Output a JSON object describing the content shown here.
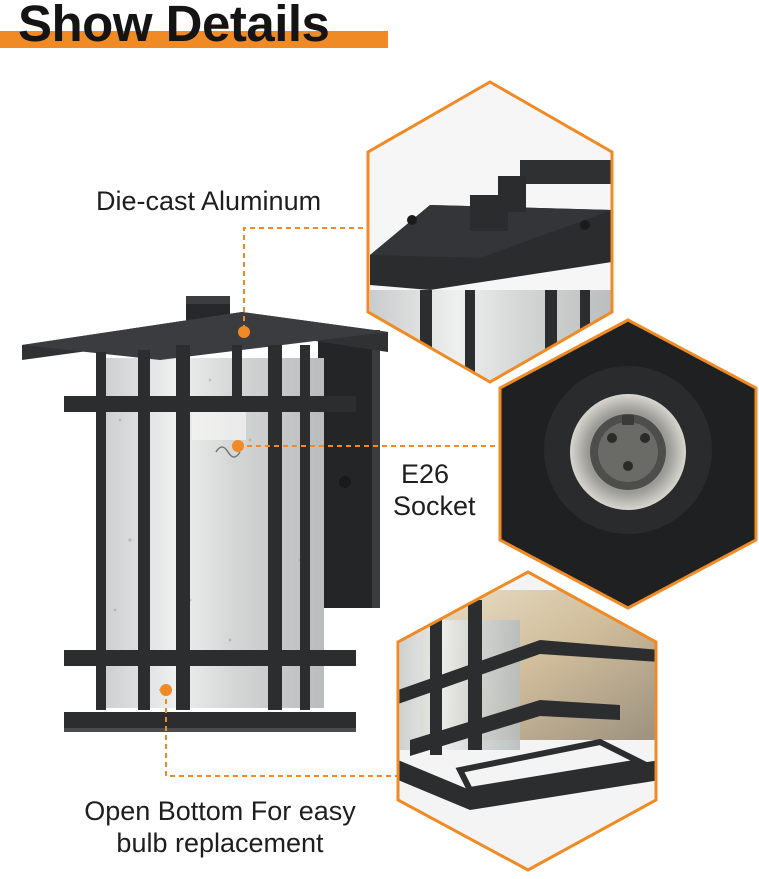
{
  "header": {
    "title": "Show Details"
  },
  "callouts": {
    "die_cast": "Die-cast Aluminum",
    "socket_line1": "E26",
    "socket_line2": "Socket",
    "open_bottom_line1": "Open Bottom For easy",
    "open_bottom_line2": "bulb replacement"
  },
  "colors": {
    "accent": "#f08a24",
    "frame": "#2b2d2f",
    "glass": "#d9dcdc"
  }
}
